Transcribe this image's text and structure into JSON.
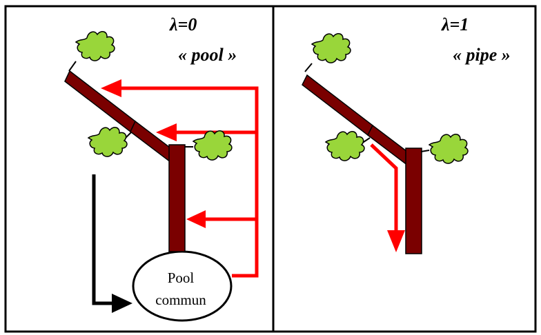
{
  "left_panel": {
    "lambda_label": "λ=0",
    "mode_label": "« pool »",
    "pool_line1": "Pool",
    "pool_line2": "commun"
  },
  "right_panel": {
    "lambda_label": "λ=1",
    "mode_label": "« pipe »"
  },
  "colors": {
    "stem": "#7a0000",
    "leaf": "#99d63a",
    "flow_arrow": "#ff0000",
    "return_arrow": "#000000"
  }
}
